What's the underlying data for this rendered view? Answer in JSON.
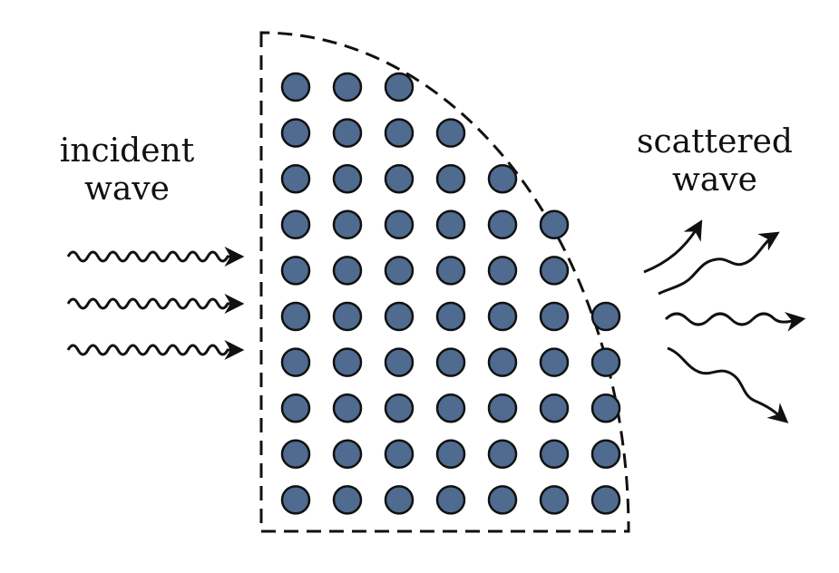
{
  "labels": {
    "incident": [
      "incident",
      "wave"
    ],
    "scattered": [
      "scattered",
      "wave"
    ]
  },
  "lattice": {
    "row_counts": [
      3,
      4,
      5,
      6,
      6,
      7,
      7,
      7,
      7,
      7
    ]
  },
  "colors": {
    "particle_fill": "#4f6b8f",
    "stroke": "#111111",
    "background": "#ffffff"
  },
  "incident_wave_count": 3,
  "scattered_wave_count": 4
}
